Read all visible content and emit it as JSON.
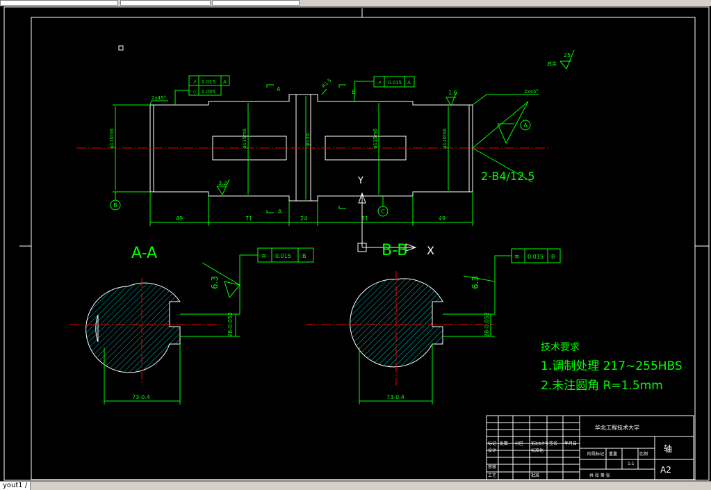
{
  "window": {
    "layout_tab": "yout1 /"
  },
  "drawing": {
    "section_aa": "A-A",
    "section_bb": "B-B",
    "axis_y": "Y",
    "axis_x": "X",
    "note_2b4": "2-B4/12.5",
    "chamfer_left": "2x45°",
    "chamfer_right": "2x45°",
    "radius_r15": "R1.5",
    "roughness_rest": "其余",
    "roughness_rest_val": "25",
    "roughness_32": "3.2",
    "roughness_16": "1.6",
    "roughness_63_left": "6.3",
    "roughness_63_right": "6.3",
    "datum_a": "A",
    "datum_b": "B",
    "datum_c": "C",
    "section_mark_a": "A",
    "section_mark_b": "B",
    "tol_circ_1": "0.015",
    "tol_circ_1_ref": "A",
    "tol_circ_2": "0.005",
    "tol_circ_3": "0.015",
    "tol_circ_3_ref": "A",
    "tol_sym_aa": "0.015",
    "tol_sym_aa_ref": "B",
    "tol_sym_bb": "0.015",
    "tol_sym_bb_ref": "B",
    "dim_49_left": "49",
    "dim_71": "71",
    "dim_24": "24",
    "dim_81": "81",
    "dim_49_right": "49",
    "dim_73_aa": "73-0.4",
    "dim_73_bb": "73-0.4",
    "dim_d1": "φ110m6",
    "dim_d2": "φ115m6",
    "dim_d3": "φ130",
    "dim_d4": "φ115m6",
    "dim_d5": "φ110m6",
    "dim_key_aa": "28-0.052",
    "dim_key_bb": "28-0.052",
    "tech_title": "技术要求",
    "tech_line1": "1.调制处理  217~255HBS",
    "tech_line2": "2.未注圆角 R=1.5mm",
    "title_school": "华北工程技术大学",
    "title_part": "轴",
    "title_size": "A2",
    "title_scale": "1:1",
    "tb_h1": "标记",
    "tb_h2": "处数",
    "tb_h3": "分区",
    "tb_h4": "更改文件号",
    "tb_h5": "签名",
    "tb_h6": "年月日",
    "tb_r1": "设计",
    "tb_r2": "标准化",
    "tb_r3": "阶段标记",
    "tb_r4": "重量",
    "tb_r5": "比例",
    "tb_r6": "审核",
    "tb_r7": "工艺",
    "tb_r8": "批准",
    "tb_r9": "共  张  第  张"
  },
  "colors": {
    "background": "#000000",
    "line": "#00ff00",
    "center": "#ff0000",
    "frame": "#ffffff",
    "hatch": "#00c8c8"
  }
}
